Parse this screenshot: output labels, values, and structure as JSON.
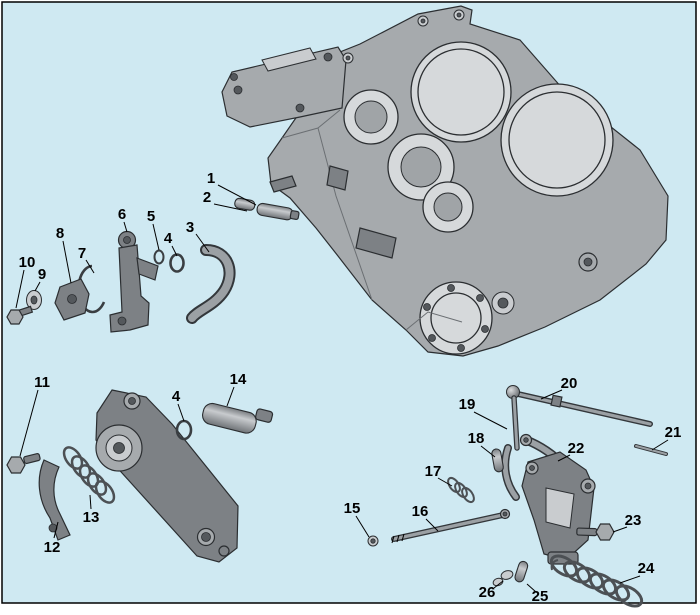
{
  "figure": {
    "colors": {
      "page": "#ffffff",
      "background": "#cfe9f2",
      "border": "#000000",
      "part-fill": "#a6aaad",
      "part-dark": "#7d8185",
      "part-light": "#c9cccf",
      "bore-fill": "#d6d9db",
      "hole": "#54585c",
      "label": "#000000"
    }
  },
  "callouts": [
    {
      "label": "1"
    },
    {
      "label": "2"
    },
    {
      "label": "3"
    },
    {
      "label": "4"
    },
    {
      "label": "5"
    },
    {
      "label": "6"
    },
    {
      "label": "7"
    },
    {
      "label": "8"
    },
    {
      "label": "9"
    },
    {
      "label": "10"
    },
    {
      "label": "11"
    },
    {
      "label": "4"
    },
    {
      "label": "12"
    },
    {
      "label": "13"
    },
    {
      "label": "14"
    },
    {
      "label": "15"
    },
    {
      "label": "16"
    },
    {
      "label": "17"
    },
    {
      "label": "18"
    },
    {
      "label": "19"
    },
    {
      "label": "20"
    },
    {
      "label": "21"
    },
    {
      "label": "22"
    },
    {
      "label": "23"
    },
    {
      "label": "24"
    },
    {
      "label": "25"
    },
    {
      "label": "26"
    }
  ]
}
